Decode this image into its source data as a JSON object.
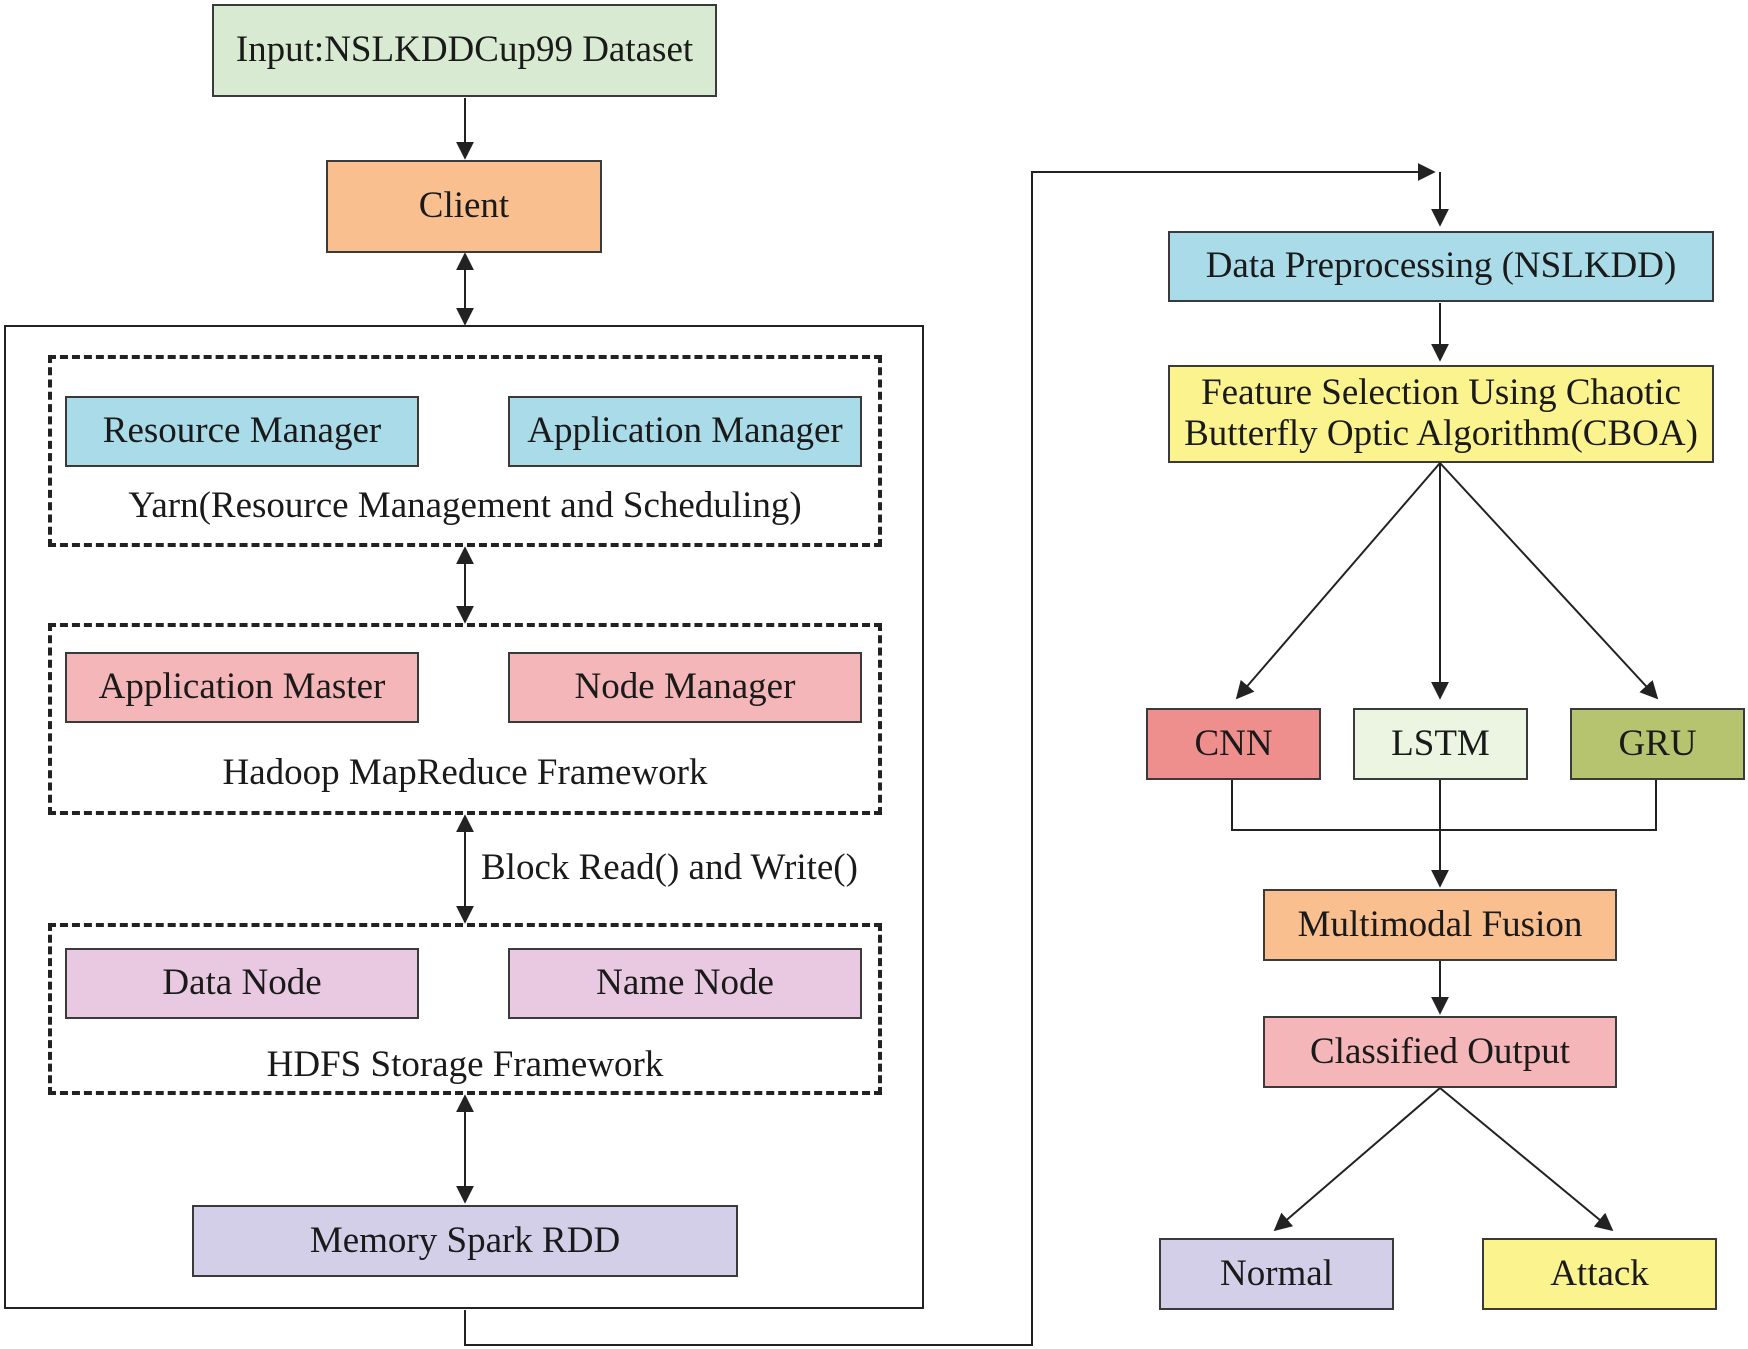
{
  "nodes": {
    "input": "Input:NSLKDDCup99 Dataset",
    "client": "Client",
    "resource_manager": "Resource Manager",
    "application_manager": "Application Manager",
    "yarn": "Yarn(Resource Management and Scheduling)",
    "application_master": "Application Master",
    "node_manager": "Node Manager",
    "hadoop": "Hadoop MapReduce Framework",
    "block_rw": "Block Read() and Write()",
    "data_node": "Data Node",
    "name_node": "Name Node",
    "hdfs": "HDFS Storage Framework",
    "spark": "Memory Spark RDD",
    "preprocessing": "Data Preprocessing (NSLKDD)",
    "feature_line1": "Feature Selection Using Chaotic",
    "feature_line2": "Butterfly Optic Algorithm(CBOA)",
    "cnn": "CNN",
    "lstm": "LSTM",
    "gru": "GRU",
    "fusion": "Multimodal Fusion",
    "classified": "Classified Output",
    "normal": "Normal",
    "attack": "Attack"
  },
  "colors": {
    "input": "#d9ead3",
    "client": "#f9bf8f",
    "blue": "#a9dbe8",
    "pink": "#f4b6b8",
    "lilac": "#e8c9e1",
    "spark": "#d4cfe8",
    "yellow": "#faf38e",
    "cnn": "#ee8e8d",
    "lstm": "#ebf5e1",
    "gru": "#b6c46f",
    "fusion": "#f9bf8f",
    "classified": "#f4b6b8",
    "normal": "#d4cfe8",
    "attack": "#faf38e"
  }
}
